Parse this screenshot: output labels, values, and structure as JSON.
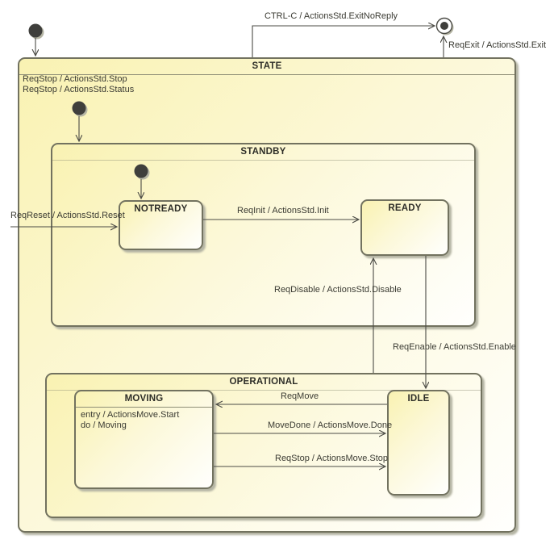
{
  "diagram": {
    "type": "uml-state-machine",
    "states": {
      "state": {
        "title": "STATE",
        "internal_actions": [
          "ReqStop / ActionsStd.Stop",
          "ReqStop / ActionsStd.Status"
        ]
      },
      "standby": {
        "title": "STANDBY"
      },
      "notready": {
        "title": "NOTREADY"
      },
      "ready": {
        "title": "READY"
      },
      "operational": {
        "title": "OPERATIONAL"
      },
      "moving": {
        "title": "MOVING",
        "activities": [
          "entry / ActionsMove.Start",
          "do / Moving"
        ]
      },
      "idle": {
        "title": "IDLE"
      }
    },
    "transitions": {
      "ctrl_c": "CTRL-C / ActionsStd.ExitNoReply",
      "req_exit": "ReqExit / ActionsStd.Exit",
      "req_reset": "ReqReset / ActionsStd.Reset",
      "req_init": "ReqInit / ActionsStd.Init",
      "req_disable": "ReqDisable / ActionsStd.Disable",
      "req_enable": "ReqEnable / ActionsStd.Enable",
      "req_move": "ReqMove",
      "move_done": "MoveDone / ActionsMove.Done",
      "req_stop_move": "ReqStop / ActionsMove.Stop"
    },
    "colors": {
      "state_fill_top": "#f9f2b2",
      "state_fill_bottom": "#fffffd",
      "border": "#72725f",
      "line": "#4b4b45",
      "shadow": "#b5b5a4",
      "pseudostate": "#3f3f3c",
      "text": "#3b3b33"
    }
  }
}
